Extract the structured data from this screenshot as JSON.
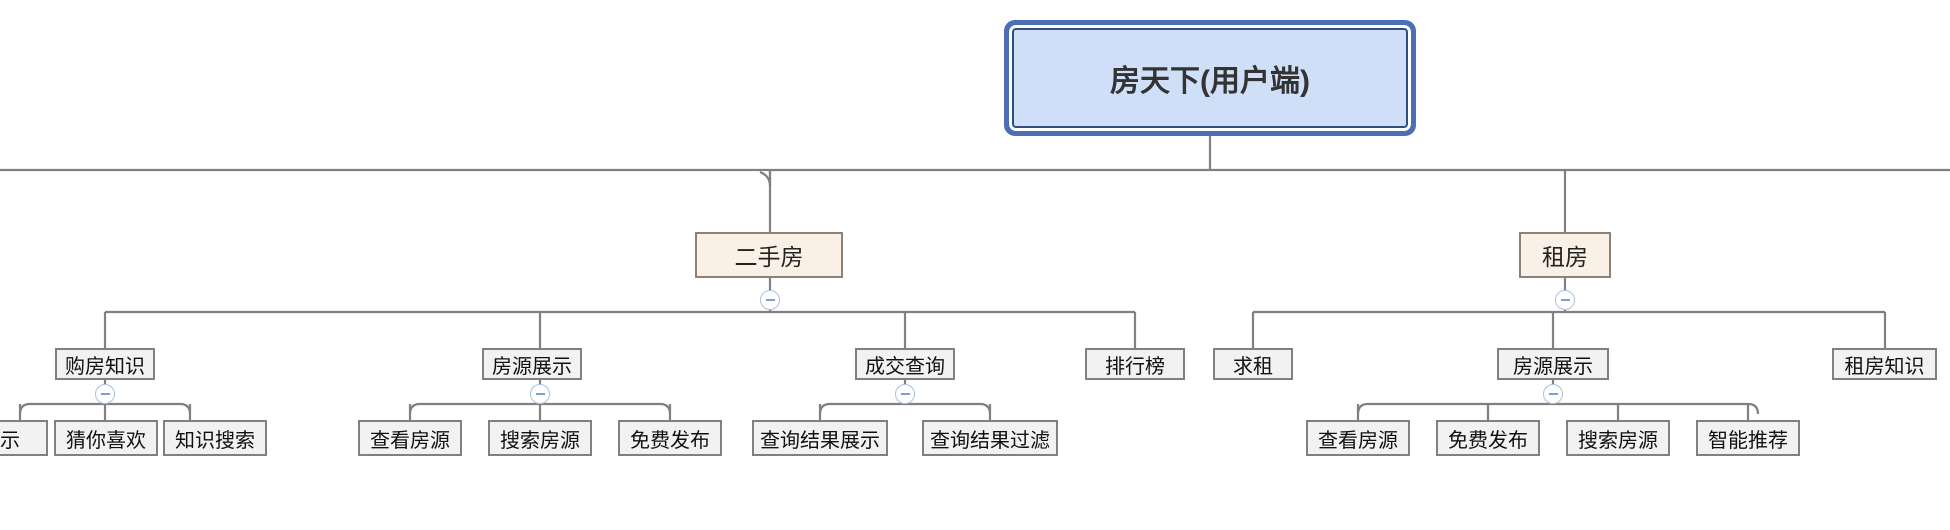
{
  "diagram": {
    "type": "mindmap-tree",
    "title": "房天下(用户端)",
    "orientation": "top-down",
    "colors": {
      "root_fill": "#cfdff7",
      "root_border": "#2f4f7f",
      "root_selection_ring": "#4a6fb5",
      "level2_fill": "#fbf0e6",
      "level2_border": "#8a8178",
      "node_fill": "#f2f2f2",
      "node_border": "#808080",
      "edge_color": "#808080",
      "toggle_border": "#a8c0e8",
      "toggle_glyph": "#7f9fd0",
      "canvas_bg": "#ffffff"
    },
    "root": {
      "label": "房天下(用户端)",
      "selected": true
    },
    "branches": [
      {
        "label": "二手房",
        "collapse_toggle": "minus",
        "children": [
          {
            "label": "购房知识",
            "collapse_toggle": "minus",
            "children": [
              {
                "label": "展示"
              },
              {
                "label": "猜你喜欢"
              },
              {
                "label": "知识搜索"
              }
            ]
          },
          {
            "label": "房源展示",
            "collapse_toggle": "minus",
            "children": [
              {
                "label": "查看房源"
              },
              {
                "label": "搜索房源"
              },
              {
                "label": "免费发布"
              }
            ]
          },
          {
            "label": "成交查询",
            "collapse_toggle": "minus",
            "children": [
              {
                "label": "查询结果展示"
              },
              {
                "label": "查询结果过滤"
              }
            ]
          },
          {
            "label": "排行榜",
            "children": []
          }
        ]
      },
      {
        "label": "租房",
        "collapse_toggle": "minus",
        "children": [
          {
            "label": "求租",
            "children": []
          },
          {
            "label": "房源展示",
            "collapse_toggle": "minus",
            "children": [
              {
                "label": "查看房源"
              },
              {
                "label": "免费发布"
              },
              {
                "label": "搜索房源"
              },
              {
                "label": "智能推荐"
              }
            ]
          },
          {
            "label": "租房知识",
            "children": []
          }
        ]
      }
    ],
    "nodes": {
      "root": "房天下(用户端)",
      "b1": "二手房",
      "b2": "租房",
      "c1": "购房知识",
      "c2": "房源展示",
      "c3": "成交查询",
      "c4": "排行榜",
      "c5": "求租",
      "c6": "房源展示",
      "c7": "租房知识",
      "l1": "展示",
      "l2": "猜你喜欢",
      "l3": "知识搜索",
      "l4": "查看房源",
      "l5": "搜索房源",
      "l6": "免费发布",
      "l7": "查询结果展示",
      "l8": "查询结果过滤",
      "l9": "查看房源",
      "l10": "免费发布",
      "l11": "搜索房源",
      "l12": "智能推荐"
    }
  }
}
